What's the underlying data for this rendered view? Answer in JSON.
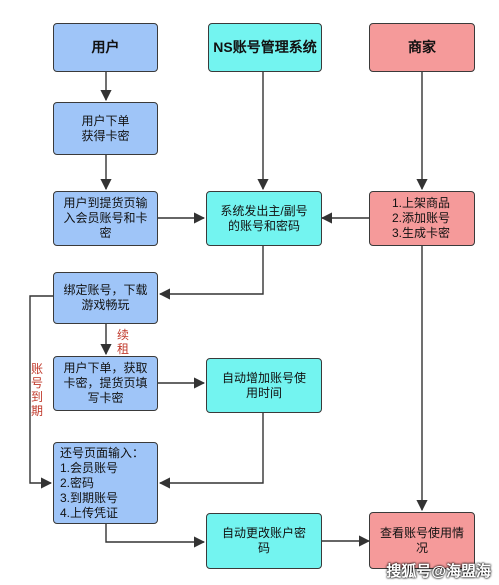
{
  "columns": {
    "user": "用户",
    "system": "NS账号管理系统",
    "merchant": "商家"
  },
  "nodes": {
    "order_get_card": "用户下单\n获得卡密",
    "enter_pickup": "用户到提货页输\n入会员账号和卡\n密",
    "system_issue": "系统发出主/副号\n的账号和密码",
    "merchant_steps": "1.上架商品\n2.添加账号\n3.生成卡密",
    "bind_account": "绑定账号，下载\n游戏畅玩",
    "renew_order": "用户下单，获取\n卡密，提货页填\n写卡密",
    "auto_add_time": "自动增加账号使\n用时间",
    "return_page": "还号页面输入：\n1.会员账号\n2.密码\n3.到期账号\n4.上传凭证",
    "auto_change_pwd": "自动更改账户密\n码",
    "view_usage": "查看账号使用情\n况"
  },
  "edge_labels": {
    "renew": "续\n租",
    "expire": "账\n号\n到\n期"
  },
  "watermark": "搜狐号@海盟海"
}
